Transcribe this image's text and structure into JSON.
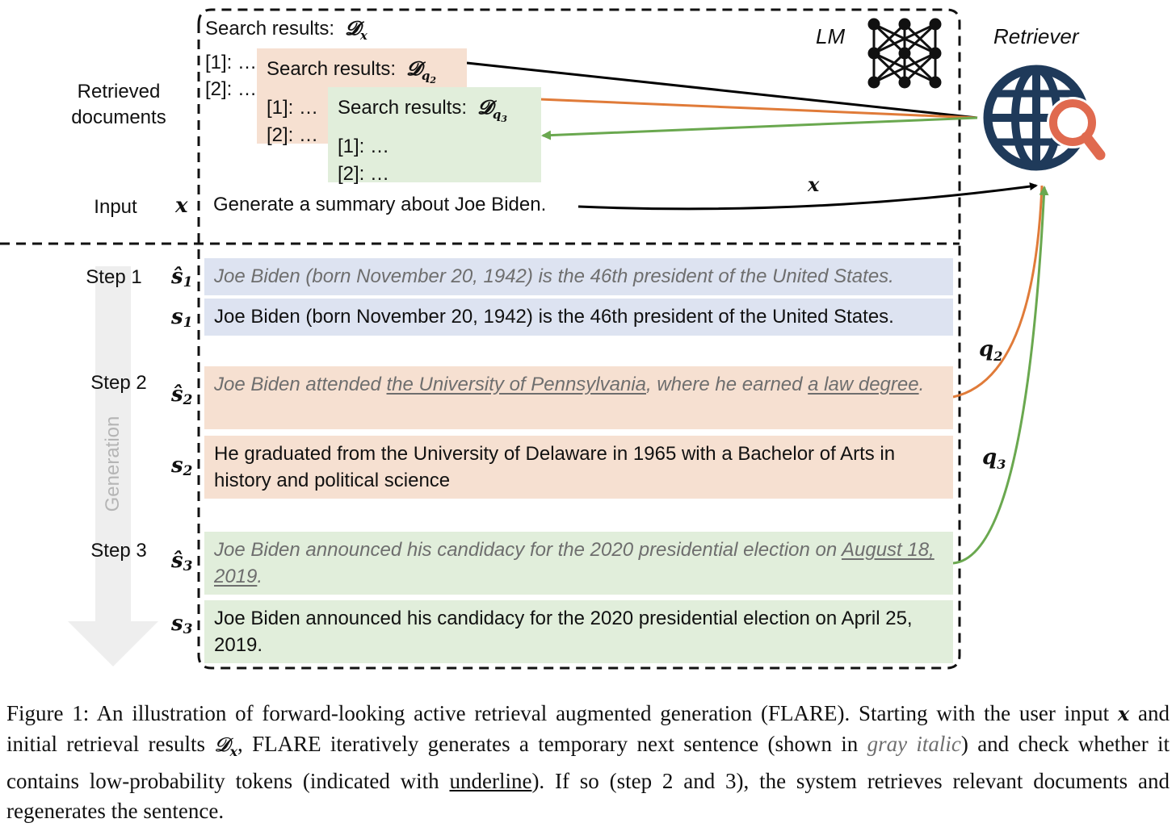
{
  "left_labels": {
    "retrieved_documents": "Retrieved documents",
    "input": "Input",
    "step1": "Step 1",
    "step2": "Step 2",
    "step3": "Step 3",
    "generation": "Generation"
  },
  "symbols": {
    "x": "x",
    "s1_hat": "ŝ",
    "s1": "s",
    "s2_hat": "ŝ",
    "s2": "s",
    "s3_hat": "ŝ",
    "s3": "s",
    "sub1": "1",
    "sub2": "2",
    "sub3": "3",
    "q2": "q",
    "q3": "q",
    "D": "𝓓"
  },
  "lm_label": "LM",
  "retriever_label": "Retriever",
  "search_results": {
    "label": "Search results:",
    "dx_sub": "x",
    "dq2_sub": "q",
    "dq3_sub": "q",
    "item1": "[1]: …",
    "item2": "[2]: …"
  },
  "input_text": "Generate a summary about Joe Biden.",
  "arrow_x_label": "x",
  "sentences": {
    "s1_hat": "Joe Biden (born November 20, 1942) is the 46th president of the United States.",
    "s1": "Joe Biden (born November 20, 1942) is the 46th president of the United States.",
    "s2_hat_a": "Joe Biden attended ",
    "s2_hat_u1": "the University of Pennsylvania",
    "s2_hat_b": ", where he earned ",
    "s2_hat_u2": "a law degree",
    "s2_hat_c": ".",
    "s2": "He graduated from the University of Delaware in 1965 with a Bachelor of Arts in history and political science",
    "s3_hat_a": "Joe Biden announced his candidacy for the 2020 presidential election on ",
    "s3_hat_u1": "August 18, 2019",
    "s3_hat_b": ".",
    "s3": "Joe Biden announced his candidacy for the 2020 presidential election on April 25, 2019."
  },
  "caption": {
    "part1": "Figure 1:  An illustration of forward-looking active retrieval augmented generation (FLARE). Starting with the user input ",
    "math_x": "x",
    "part2": " and initial retrieval results ",
    "math_D": "𝒟",
    "math_D_sub": "x",
    "part3": ", FLARE iteratively generates a temporary next sentence (shown in ",
    "gray_italic": "gray italic",
    "part4": ") and check whether it contains low-probability tokens (indicated with ",
    "underline": "underline",
    "part5": "). If so (step 2 and 3), the system retrieves relevant documents and regenerates the sentence."
  },
  "colors": {
    "blue_box": "#dde3f1",
    "orange_box": "#f6e0d1",
    "green_box": "#e1eedb",
    "orange_line": "#e07b39",
    "green_line": "#6aa84f",
    "globe_navy": "#1f3a5a",
    "magnifier": "#e06a4f",
    "gray_text": "#6e6e6e"
  }
}
